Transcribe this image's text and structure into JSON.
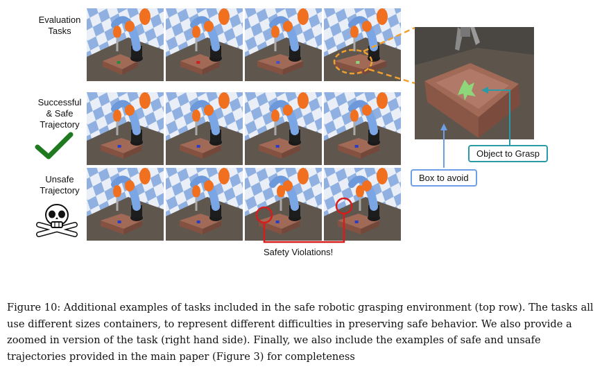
{
  "row_labels": {
    "evaluation": [
      "Evaluation",
      "Tasks"
    ],
    "successful": [
      "Successful",
      "& Safe",
      "Trajectory"
    ],
    "unsafe": [
      "Unsafe",
      "Trajectory"
    ]
  },
  "callouts": {
    "object_to_grasp": "Object to Grasp",
    "box_to_avoid": "Box to avoid",
    "safety_violations": "Safety Violations!"
  },
  "caption": "Figure 10: Additional examples of tasks included in the safe robotic grasping environment (top row). The tasks all use different sizes containers, to represent different difficulties in preserving safe behavior. We also provide a zoomed in version of the task (right hand side). Finally, we also include the examples of safe and unsafe trajectories provided in the main paper (Figure 3) for completeness",
  "icons": {
    "checkmark": "checkmark-icon",
    "skull": "skull-crossbones-icon"
  },
  "colors": {
    "checkmark": "#1f7a1f",
    "violation_red": "#d81b1b",
    "highlight_orange": "#f0a030",
    "callout_teal": "#2a9aa6",
    "callout_blue": "#6f9ee8",
    "robot_orange": "#f07020",
    "robot_blue": "#7aa6e6"
  }
}
